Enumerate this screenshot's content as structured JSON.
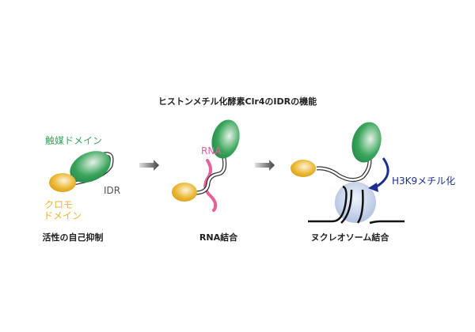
{
  "title": "ヒストンメチル化酵素Clr4のIDRの機能",
  "panels": [
    {
      "caption": "活性の自己抑制",
      "catalytic_label": "触媒ドメイン",
      "idr_label": "IDR",
      "chromo_label_1": "クロモ",
      "chromo_label_2": "ドメイン"
    },
    {
      "caption": "RNA結合",
      "rna_label": "RNA"
    },
    {
      "caption": "ヌクレオソーム結合",
      "methyl_label": "H3K9メチル化"
    }
  ],
  "colors": {
    "catalytic": "#3aa55a",
    "chromo": "#eab530",
    "rna": "#e8609a",
    "methyl": "#1d2f8c",
    "idr_text": "#555555",
    "nucleosome": "#b9c9e6"
  }
}
